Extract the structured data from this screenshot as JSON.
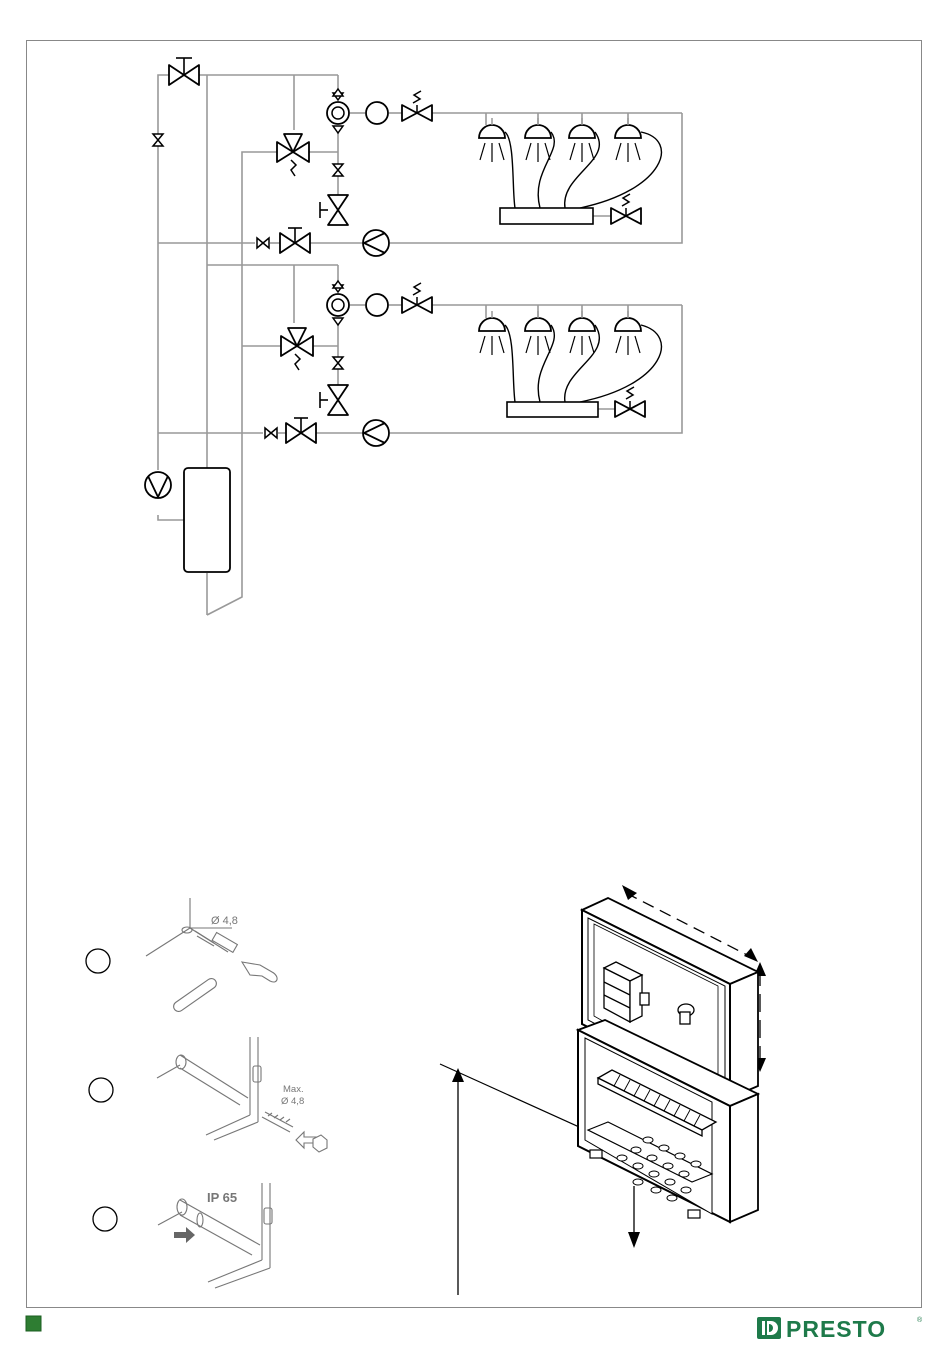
{
  "labels": {
    "drill_diameter": "Ø 4,8",
    "screw_max": "Max.",
    "screw_diameter": "Ø 4,8",
    "ip_rating": "IP 65"
  },
  "brand": {
    "name": "PRESTO",
    "registered": "®",
    "color": "#1e7a4a"
  },
  "colors": {
    "line": "#000000",
    "pipe": "#999999",
    "frame": "#888888",
    "page_marker": "#2e7d32"
  },
  "icons": [
    "valve-icon",
    "pump-icon",
    "thermostatic-mixing-valve-icon",
    "solenoid-valve-icon",
    "shower-head-icon",
    "check-valve-icon",
    "hammer-icon",
    "arrow-icon",
    "presto-logo-icon"
  ]
}
